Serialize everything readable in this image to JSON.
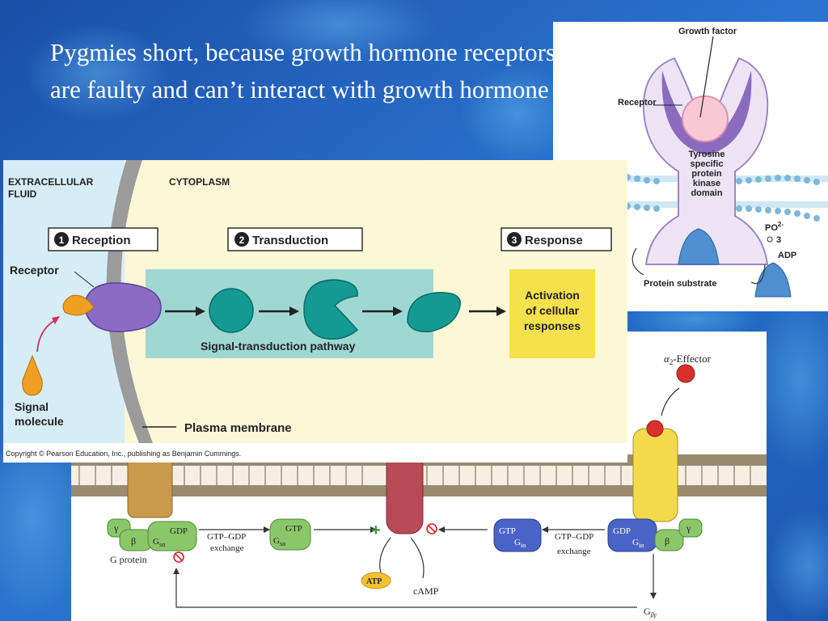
{
  "slide": {
    "title": "Pygmies short, because growth hormone receptors are faulty and can’t interact with growth hormone"
  },
  "colors": {
    "background": "#1f5fb8",
    "reception_panel": "#fdf7d6",
    "pathway_box": "#9fd8d3",
    "response_box": "#f6e14d",
    "receptor": "#8a6cc4",
    "signal": "#f0a020",
    "teal_molecule": "#139a93"
  },
  "receptor_diagram": {
    "growth_factor": "Growth factor",
    "receptor": "Receptor",
    "kinase": [
      "Tyrosine",
      "specific",
      "protein",
      "kinase",
      "domain"
    ],
    "po": "PO",
    "po_sup": "2-",
    "po_num": "3",
    "adp": "ADP",
    "protein_substrate": "Protein substrate"
  },
  "signal_diagram": {
    "extracellular_1": "EXTRACELLULAR",
    "extracellular_2": "FLUID",
    "cytoplasm": "CYTOPLASM",
    "step1_num": "1",
    "step1": "Reception",
    "step2_num": "2",
    "step2": "Transduction",
    "step3_num": "3",
    "step3": "Response",
    "receptor": "Receptor",
    "pathway": "Signal-transduction pathway",
    "response_1": "Activation",
    "response_2": "of cellular",
    "response_3": "responses",
    "signal_1": "Signal",
    "signal_2": "molecule",
    "membrane": "Plasma membrane",
    "copyright": "Copyright © Pearson Education, Inc., publishing as Benjamin Cummings."
  },
  "gprotein_diagram": {
    "effector_a": "α",
    "effector_sub": "2",
    "effector_b": "-Effector",
    "gamma": "γ",
    "beta": "β",
    "g": "G",
    "g_sub_s": "sα",
    "g_sub_i": "iα",
    "gdp": "GDP",
    "gtp": "GTP",
    "exchange_1": "GTP–GDP",
    "exchange_2": "exchange",
    "g_protein": "G protein",
    "atp": "ATP",
    "camp": "cAMP",
    "plus": "+",
    "g_beta_gamma": "G",
    "g_beta_gamma_sub": "βγ"
  }
}
